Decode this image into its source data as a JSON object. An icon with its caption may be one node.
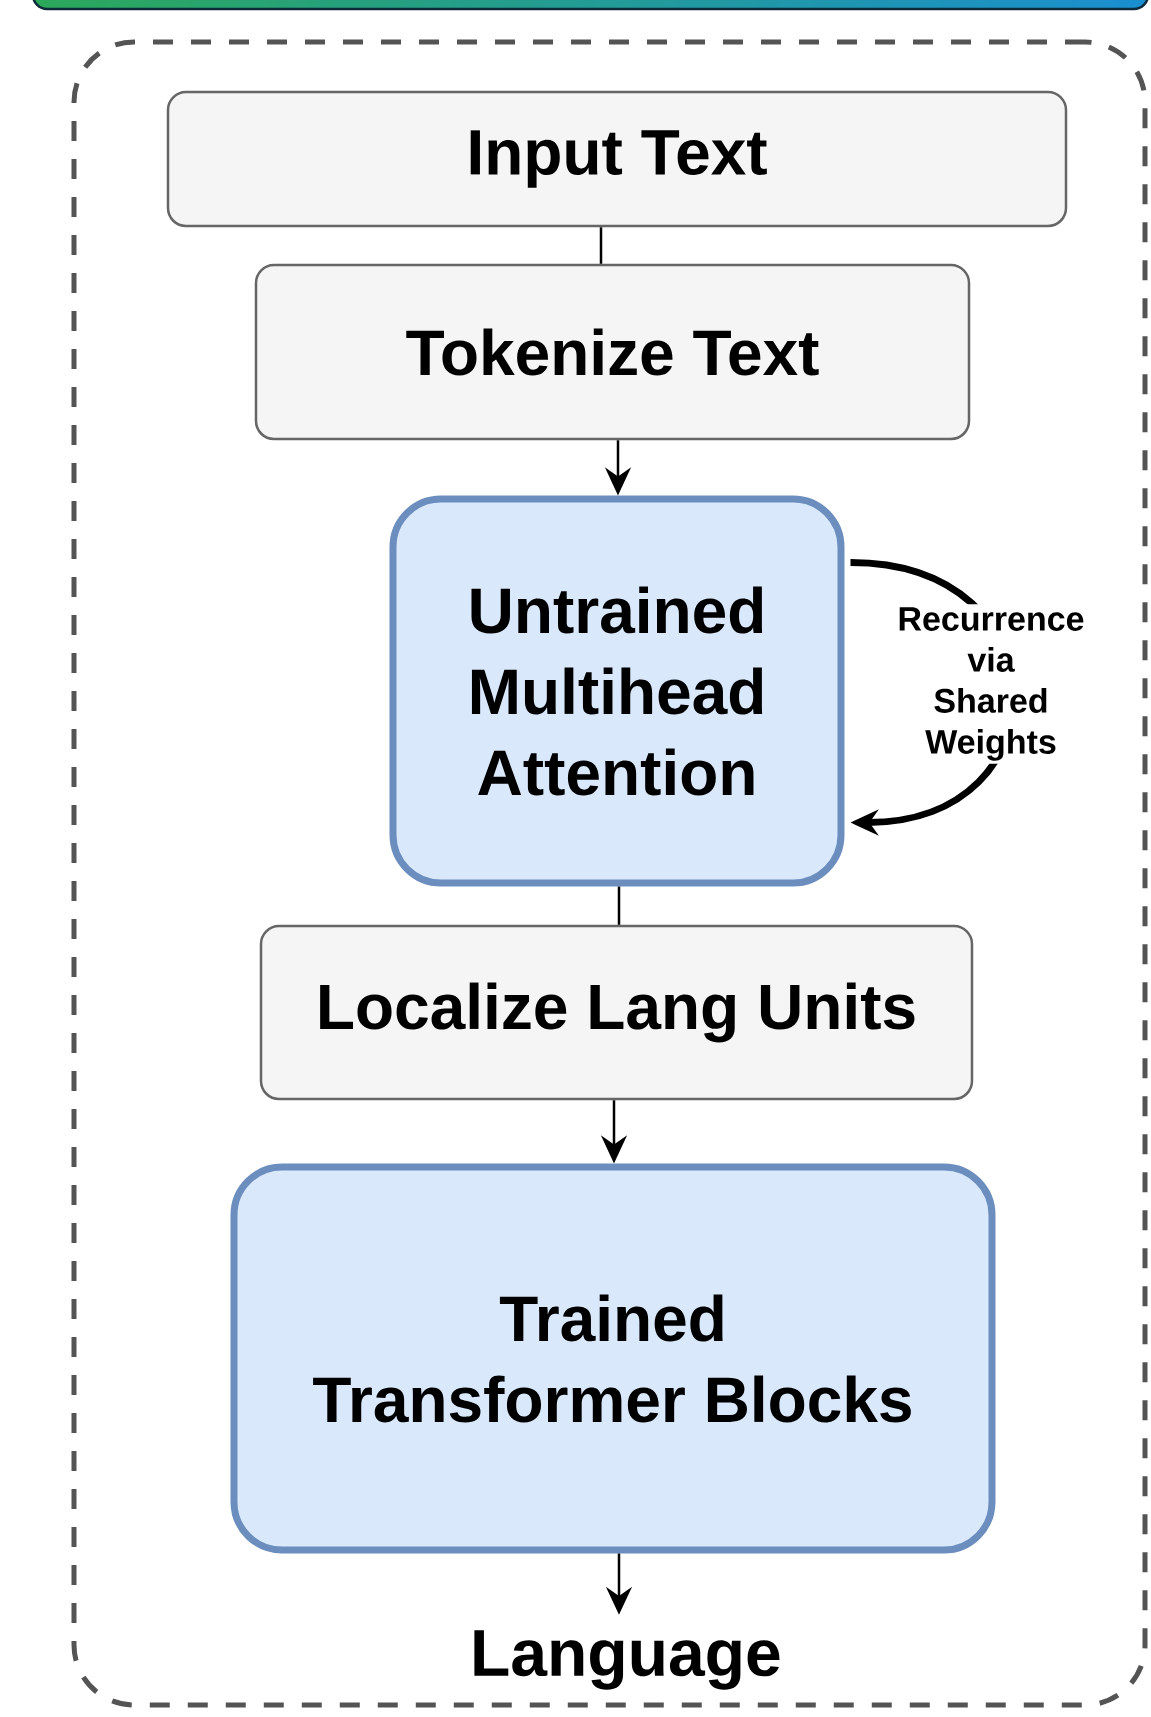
{
  "diagram": {
    "nodes": [
      {
        "text": [],
        "shape": "box"
      },
      {
        "text": [
          "Input Text"
        ],
        "in": 0
      },
      {
        "text": [
          "Tokenize Text"
        ],
        "in": 0
      },
      {
        "text": [
          "Untrained Multihead Attention"
        ],
        "in": 0
      },
      {
        "text": [
          "Localize Lang Units"
        ],
        "in": 0
      },
      {
        "text": [
          "Trained Transformer Blocks"
        ],
        "in": 0
      },
      {
        "text": [
          "Language"
        ],
        "in": 0
      }
    ],
    "edges": [
      {
        "from": 1,
        "to": 2,
        "arrow": "none"
      },
      {
        "from": 2,
        "to": 3,
        "arrow": "to"
      },
      {
        "from": 3,
        "to": 4,
        "arrow": "none"
      },
      {
        "from": 4,
        "to": 5,
        "arrow": "to"
      },
      {
        "from": 5,
        "to": 6,
        "arrow": "to"
      },
      {
        "from": 3,
        "to": 3,
        "arrow": "to",
        "label": "Recurrence via Shared Weights",
        "style": "thick"
      }
    ]
  }
}
